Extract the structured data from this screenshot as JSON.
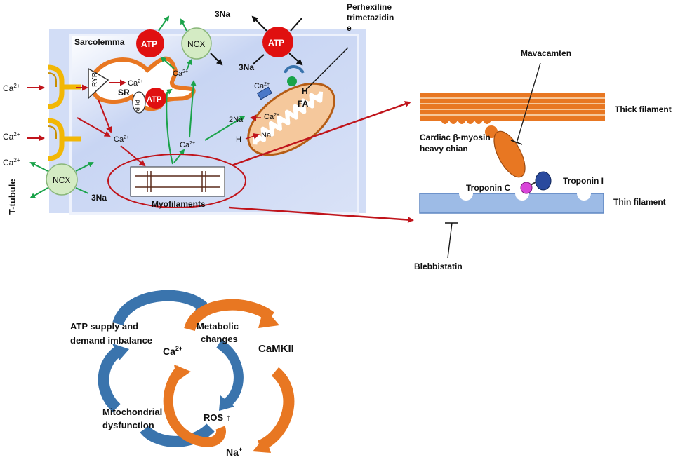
{
  "cell": {
    "sarcolemma": "Sarcolemma",
    "t_tubule": "T-tubule",
    "ryr": "RYR",
    "sr": "SR",
    "plb": "PLB",
    "myofilaments": "Myofilaments",
    "atp": "ATP",
    "ncx": "NCX",
    "ca": "Ca",
    "ca_sup": "2+",
    "three_na": "3Na",
    "two_na": "2Na",
    "na": "Na",
    "h": "H",
    "fa": "FA",
    "drug_mito": "Perhexiline\ntrimetazidin\ne"
  },
  "sarcomere": {
    "thick_filament": "Thick filament",
    "thin_filament": "Thin filament",
    "myosin": "Cardiac β-myosin\nheavy chian",
    "troponin_c": "Troponin C",
    "troponin_i": "Troponin I",
    "mavacamten": "Mavacamten",
    "blebbistatin": "Blebbistatin"
  },
  "cycle": {
    "atp_imbalance": "ATP supply and\ndemand imbalance",
    "metabolic": "Metabolic\nchanges",
    "ca": "Ca",
    "ca_sup": "2+",
    "camkii": "CaMKII",
    "mito_dys": "Mitochondrial\ndysfunction",
    "ros": "ROS",
    "ros_arrow": "↑",
    "na": "Na",
    "na_sup": "+"
  },
  "colors": {
    "cell_bg": "#c9d6f2",
    "atp_red": "#e01010",
    "ncx_green": "#d4ebc4",
    "arrow_green": "#1aa34a",
    "arrow_red": "#c0141b",
    "orange": "#e87722",
    "blue_cycle": "#3a74ad",
    "thin_blue": "#9dbbe6",
    "yellow": "#f2b705"
  }
}
